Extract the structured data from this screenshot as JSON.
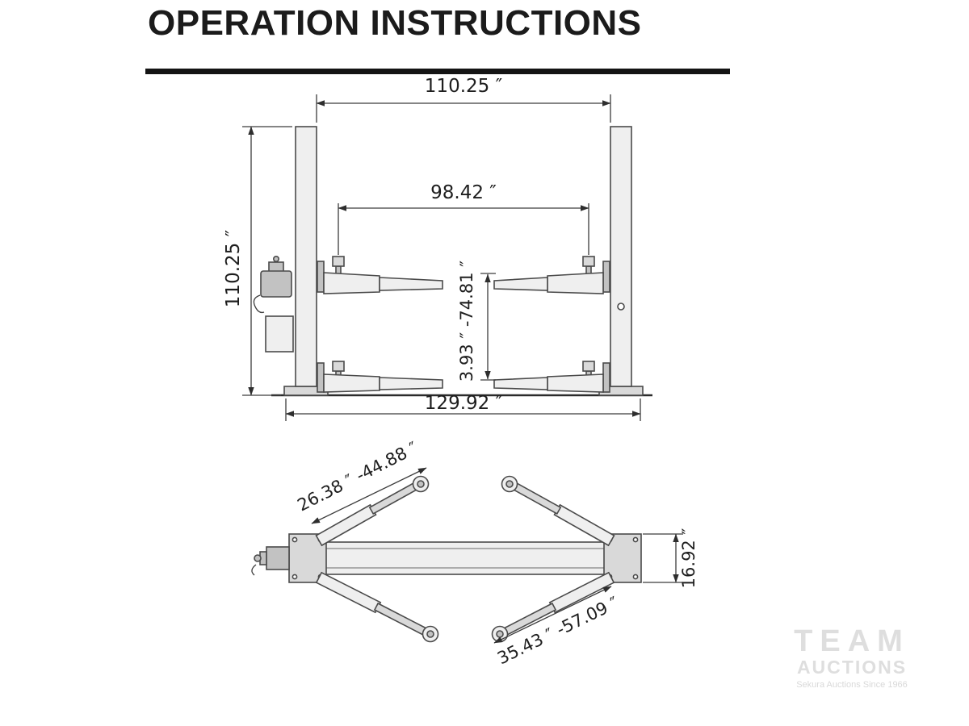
{
  "page": {
    "title": "OPERATION INSTRUCTIONS"
  },
  "front_view": {
    "dim_top_width": "110.25 ″",
    "dim_arm_spread": "98.42 ″",
    "dim_height": "110.25 ″",
    "dim_lift_range": "3.93 ″ -74.81 ″",
    "dim_base_width": "129.92 ″"
  },
  "plan_view": {
    "dim_front_arm_reach": "26.38 ″ -44.88 ″",
    "dim_carriage_depth": "16.92 ″",
    "dim_rear_arm_reach": "35.43 ″ -57.09 ″"
  },
  "watermark": {
    "line1": "TEAM",
    "line2": "AUCTIONS",
    "tagline": "Sekura Auctions Since 1966"
  }
}
